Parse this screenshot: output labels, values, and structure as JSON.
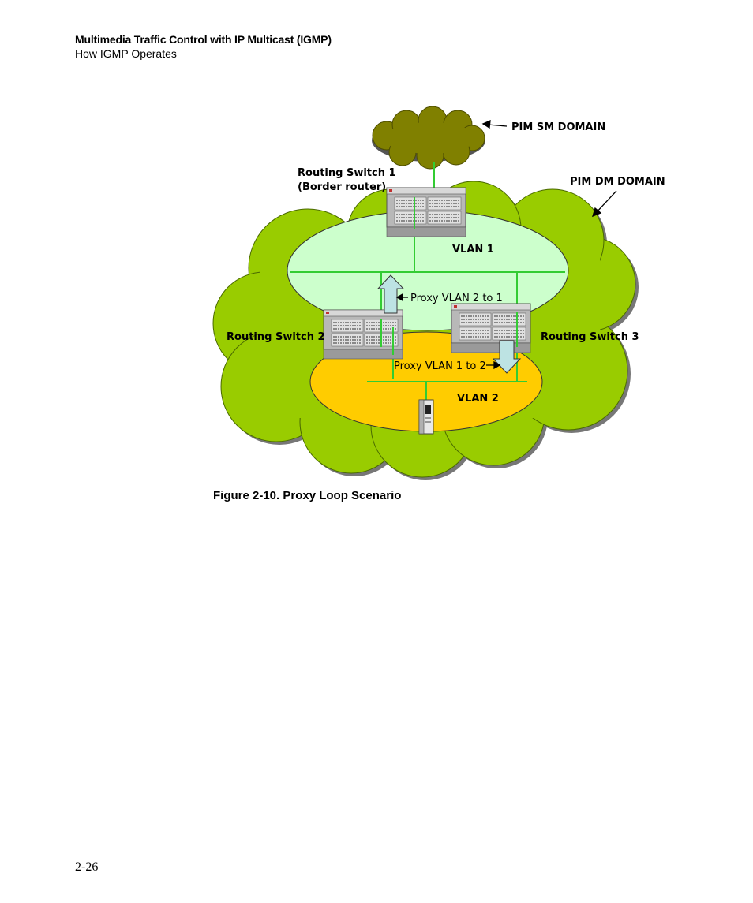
{
  "header": {
    "title": "Multimedia Traffic Control with IP Multicast (IGMP)",
    "subtitle": "How IGMP Operates"
  },
  "diagram": {
    "pim_sm_domain": "PIM SM DOMAIN",
    "pim_dm_domain": "PIM DM DOMAIN",
    "routing_switch_1_line1": "Routing Switch 1",
    "routing_switch_1_line2": "(Border router)",
    "routing_switch_2": "Routing Switch 2",
    "routing_switch_3": "Routing Switch 3",
    "vlan1": "VLAN 1",
    "vlan2": "VLAN 2",
    "proxy_2_to_1": "Proxy VLAN 2 to 1",
    "proxy_1_to_2": "Proxy VLAN 1 to 2",
    "colors": {
      "dm_cloud": "#99cc00",
      "sm_cloud": "#808000",
      "vlan1": "#ccffcc",
      "vlan2": "#ffcc00",
      "links": "#33cc33"
    }
  },
  "caption": "Figure 2-10.  Proxy Loop Scenario",
  "footer": {
    "page_number": "2-26"
  }
}
